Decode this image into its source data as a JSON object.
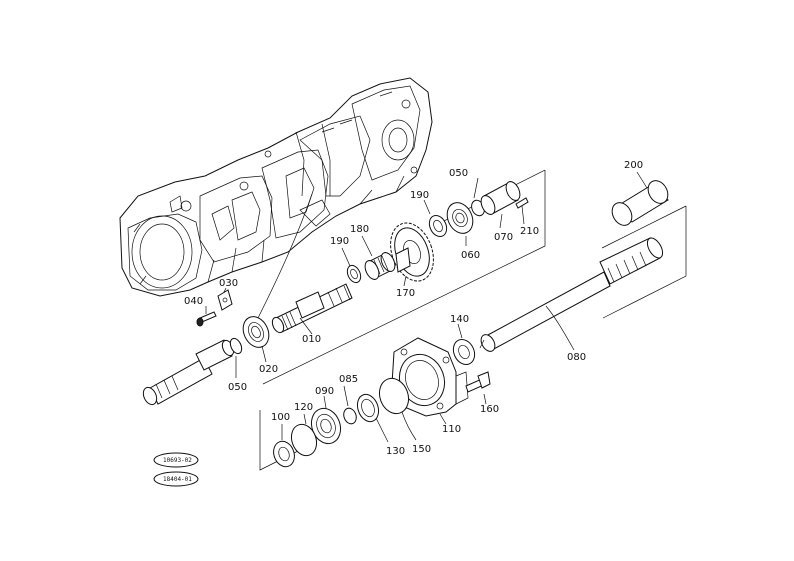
{
  "diagram": {
    "labels": {
      "p010": "010",
      "p020": "020",
      "p030": "030",
      "p040": "040",
      "p050a": "050",
      "p050b": "050",
      "p060": "060",
      "p070": "070",
      "p080": "080",
      "p085": "085",
      "p090": "090",
      "p100": "100",
      "p110": "110",
      "p120": "120",
      "p130": "130",
      "p140": "140",
      "p150": "150",
      "p160": "160",
      "p170": "170",
      "p180": "180",
      "p190a": "190",
      "p190b": "190",
      "p200": "200",
      "p210": "210"
    },
    "stamps": {
      "top": "10693-02",
      "bottom": "18404-01"
    }
  }
}
